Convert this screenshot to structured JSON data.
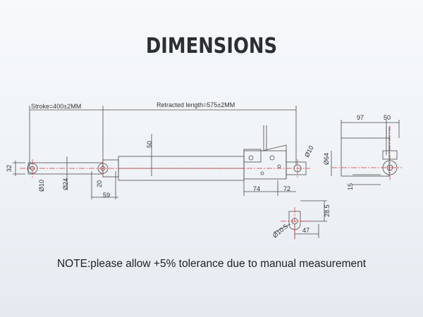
{
  "header": {
    "title": "DIMENSIONS"
  },
  "drawing": {
    "labels": {
      "stroke": "Stroke=400±2MM",
      "retracted": "Retracted length=575±2MM",
      "d97": "97",
      "d50_top": "50",
      "d32": "32",
      "phi10_left": "Ø10",
      "phi24": "Ø24",
      "d20": "20",
      "d59": "59",
      "d50_body": "50",
      "phi10_right": "Ø10",
      "d74": "74",
      "d72": "72",
      "phi64": "Ø64",
      "d15": "15",
      "d28_5": "28.5",
      "phi10_5": "Ø10.5",
      "d47": "47"
    }
  },
  "footer": {
    "note": "NOTE:please allow +5% tolerance due to manual measurement"
  },
  "colors": {
    "line": "#4a4a4a",
    "centerline": "#e03030",
    "text": "#333333"
  }
}
